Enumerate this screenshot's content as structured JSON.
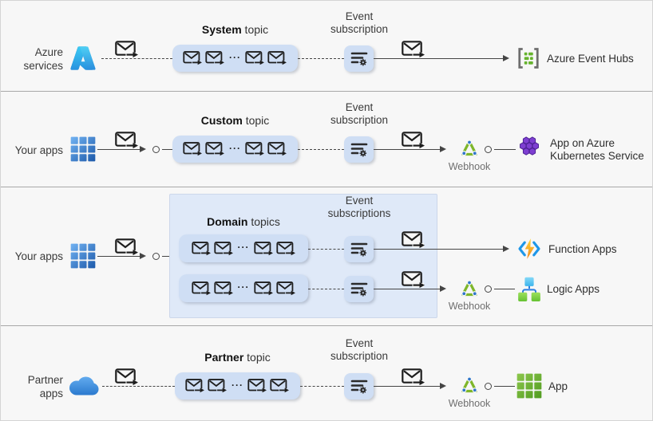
{
  "colors": {
    "background": "#f7f7f7",
    "separator": "#a8a8a8",
    "topic_box_fill": "#cfdef4",
    "domain_container_fill": "#dfe9f8",
    "connector": "#454545",
    "webhook_text": "#6f6f6f",
    "azure_blue": "#2a8ddd",
    "event_hubs_green": "#66b32e",
    "aks_purple": "#7e3fd1",
    "function_bolt_orange": "#f2861d",
    "logic_green": "#66c233",
    "app_green": "#4f9a1f"
  },
  "ellipsis": "···",
  "rows": [
    {
      "source_label": "Azure\nservices",
      "topic_bold": "System",
      "topic_rest": " topic",
      "subscription_label": "Event\nsubscription",
      "destinations": [
        {
          "label": "Azure Event Hubs"
        }
      ]
    },
    {
      "source_label": "Your apps",
      "topic_bold": "Custom",
      "topic_rest": " topic",
      "subscription_label": "Event\nsubscription",
      "webhook_label": "Webhook",
      "destinations": [
        {
          "label": "App on Azure\nKubernetes Service"
        }
      ]
    },
    {
      "source_label": "Your apps",
      "topic_bold": "Domain",
      "topic_rest": " topics",
      "subscription_label": "Event\nsubscriptions",
      "webhook_label": "Webhook",
      "destinations": [
        {
          "label": "Function Apps"
        },
        {
          "label": "Logic Apps"
        }
      ]
    },
    {
      "source_label": "Partner\napps",
      "topic_bold": "Partner",
      "topic_rest": " topic",
      "subscription_label": "Event\nsubscription",
      "webhook_label": "Webhook",
      "destinations": [
        {
          "label": "App"
        }
      ]
    }
  ]
}
